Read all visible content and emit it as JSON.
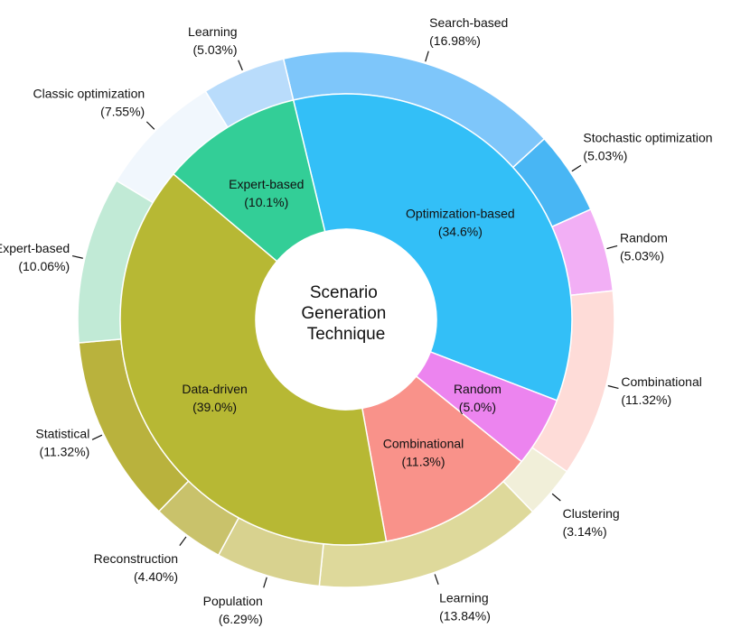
{
  "chart_data": {
    "type": "pie",
    "center_label": [
      "Scenario",
      "Generation",
      "Technique"
    ],
    "inner": [
      {
        "name": "Optimization-based",
        "value": 34.6,
        "label": "(34.6%)",
        "color": "#33bff7"
      },
      {
        "name": "Random",
        "value": 5.0,
        "label": "(5.0%)",
        "color": "#ec84ef"
      },
      {
        "name": "Combinational",
        "value": 11.3,
        "label": "(11.3%)",
        "color": "#f9928a"
      },
      {
        "name": "Data-driven",
        "value": 39.0,
        "label": "(39.0%)",
        "color": "#b7b834"
      },
      {
        "name": "Expert-based",
        "value": 10.1,
        "label": "(10.1%)",
        "color": "#33ce97"
      }
    ],
    "outer": [
      {
        "name": "Search-based",
        "value": 16.98,
        "label": "(16.98%)",
        "color": "#7ec6fa"
      },
      {
        "name": "Stochastic optimization",
        "value": 5.03,
        "label": "(5.03%)",
        "color": "#48b6f4"
      },
      {
        "name": "Random",
        "value": 5.03,
        "label": "(5.03%)",
        "color": "#f2aff5"
      },
      {
        "name": "Combinational",
        "value": 11.32,
        "label": "(11.32%)",
        "color": "#fedcd8"
      },
      {
        "name": "Clustering",
        "value": 3.14,
        "label": "(3.14%)",
        "color": "#f1efd9"
      },
      {
        "name": "Learning",
        "value": 13.84,
        "label": "(13.84%)",
        "color": "#ded99b"
      },
      {
        "name": "Population",
        "value": 6.29,
        "label": "(6.29%)",
        "color": "#d8d28f"
      },
      {
        "name": "Reconstruction",
        "value": 4.4,
        "label": "(4.40%)",
        "color": "#c9c26b"
      },
      {
        "name": "Statistical",
        "value": 11.32,
        "label": "(11.32%)",
        "color": "#b9b23d"
      },
      {
        "name": "Expert-based",
        "value": 10.06,
        "label": "(10.06%)",
        "color": "#c1ead6"
      },
      {
        "name": "Classic optimization",
        "value": 7.55,
        "label": "(7.55%)",
        "color": "#f1f7fd"
      },
      {
        "name": "Learning",
        "value": 5.03,
        "label": "(5.03%)",
        "color": "#b9dcfb"
      }
    ],
    "start_angle_deg": 103.5,
    "direction": "clockwise"
  }
}
